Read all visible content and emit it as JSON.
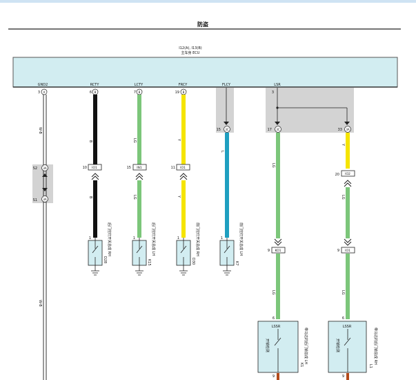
{
  "page": {
    "title": "防盗",
    "ecu_line1": "I12(A), I13(B)",
    "ecu_line2": "主车身 ECU"
  },
  "pins": [
    {
      "name": "GND2",
      "num": "3",
      "conn": "A"
    },
    {
      "name": "RCTY",
      "num": "6",
      "conn": "B"
    },
    {
      "name": "LCTY",
      "num": "7",
      "conn": "B"
    },
    {
      "name": "FRCY",
      "num": "19",
      "conn": "B"
    },
    {
      "name": "FLCY",
      "num": "15",
      "conn": "3C"
    },
    {
      "name": "LSR",
      "num": "3",
      "conn": ""
    }
  ],
  "wires": [
    {
      "id": "gnd",
      "color_code": "W-B",
      "color": "#ffffff",
      "upper_label": "W-B",
      "lower_label": "W-B"
    },
    {
      "id": "rcty",
      "color_code": "B",
      "color": "#111111",
      "upper_label": "B",
      "lower_label": "B"
    },
    {
      "id": "lcty",
      "color_code": "LG",
      "color": "#7cc67a",
      "upper_label": "LG",
      "lower_label": "LG"
    },
    {
      "id": "frcy",
      "color_code": "Y",
      "color": "#f5e400",
      "upper_label": "Y",
      "lower_label": "Y"
    },
    {
      "id": "flcy",
      "color_code": "L",
      "color": "#1f9fc0",
      "upper_label": "L"
    },
    {
      "id": "lsr1",
      "color_code": "LG",
      "color": "#7cc67a",
      "upper_label": "LG",
      "lower_label": "LG"
    },
    {
      "id": "lsr2a",
      "color_code": "Y",
      "color": "#f5e400",
      "upper_label": "Y"
    },
    {
      "id": "lsr2b",
      "color_code": "LG",
      "color": "#7cc67a",
      "upper_label": "LG",
      "lower_label": "LG"
    },
    {
      "id": "lsr_tail",
      "color_code": "BR",
      "color": "#b34a1a"
    }
  ],
  "junctions": [
    {
      "num": "S2",
      "conn": "3A"
    },
    {
      "num": "S1",
      "conn": "3A"
    },
    {
      "num": "15",
      "conn": "3C"
    },
    {
      "num": "17",
      "conn": "3C"
    },
    {
      "num": "33",
      "conn": "3A"
    }
  ],
  "connectors": [
    {
      "pin": "10",
      "label": "IO1"
    },
    {
      "pin": "15",
      "label": "IN1"
    },
    {
      "pin": "11",
      "label": "IO1"
    },
    {
      "pin": "20",
      "label": "IO2"
    },
    {
      "pin": "9",
      "label": "KO1"
    },
    {
      "pin": "9",
      "label": "IO1"
    }
  ],
  "switches": [
    {
      "id": "D28",
      "desc": "后门控灯开关总成 RH",
      "pin": "1"
    },
    {
      "id": "K15",
      "desc": "后门控灯开关总成 LH",
      "pin": "1"
    },
    {
      "id": "D30",
      "desc": "前门控灯开关总成 RH",
      "pin": "1"
    },
    {
      "id": "K7",
      "desc": "前门控灯开关总成 LH",
      "pin": "1"
    }
  ],
  "door_locks": [
    {
      "id": "K1",
      "desc": "带马达的后门锁总成 LH",
      "label": "LSSR",
      "inner": "开锁检测",
      "pin_top": "6",
      "pin_bottom": "9"
    },
    {
      "id": "L1",
      "desc": "带马达的后门锁总成 RH",
      "label": "LSSR",
      "inner": "开锁检测",
      "pin_top": "6",
      "pin_bottom": "9"
    }
  ],
  "colors": {
    "ecu_fill": "#d2edf1",
    "ecu_stroke": "#555555",
    "shade": "#d3d3d3",
    "wire_outline": "#333333"
  }
}
